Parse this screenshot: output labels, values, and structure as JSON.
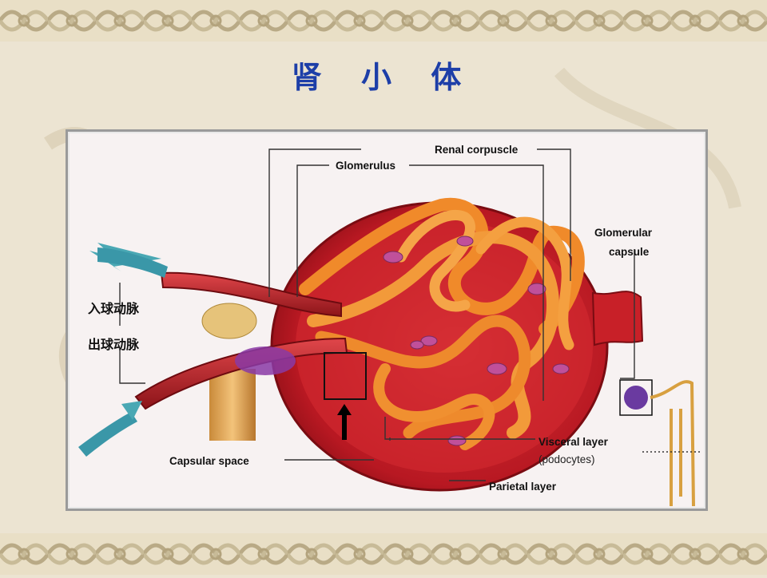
{
  "slide": {
    "title": "肾 小 体"
  },
  "diagram": {
    "labels": {
      "renal_corpuscle": "Renal corpuscle",
      "glomerulus": "Glomerulus",
      "glomerular_capsule_line1": "Glomerular",
      "glomerular_capsule_line2": "capsule",
      "afferent_arteriole": "入球动脉",
      "efferent_arteriole": "出球动脉",
      "visceral_layer": "Visceral layer",
      "podocytes": "(podocytes)",
      "capsular_space": "Capsular space",
      "parietal_layer": "Parietal layer"
    },
    "colors": {
      "title": "#1d3ea8",
      "capsule": "#b81822",
      "capillary": "#f08a2a",
      "podocyte": "#c0509a",
      "arrow": "#2a8fa0"
    },
    "icons": [
      "arrow-up-icon",
      "flow-arrow-icon"
    ]
  }
}
